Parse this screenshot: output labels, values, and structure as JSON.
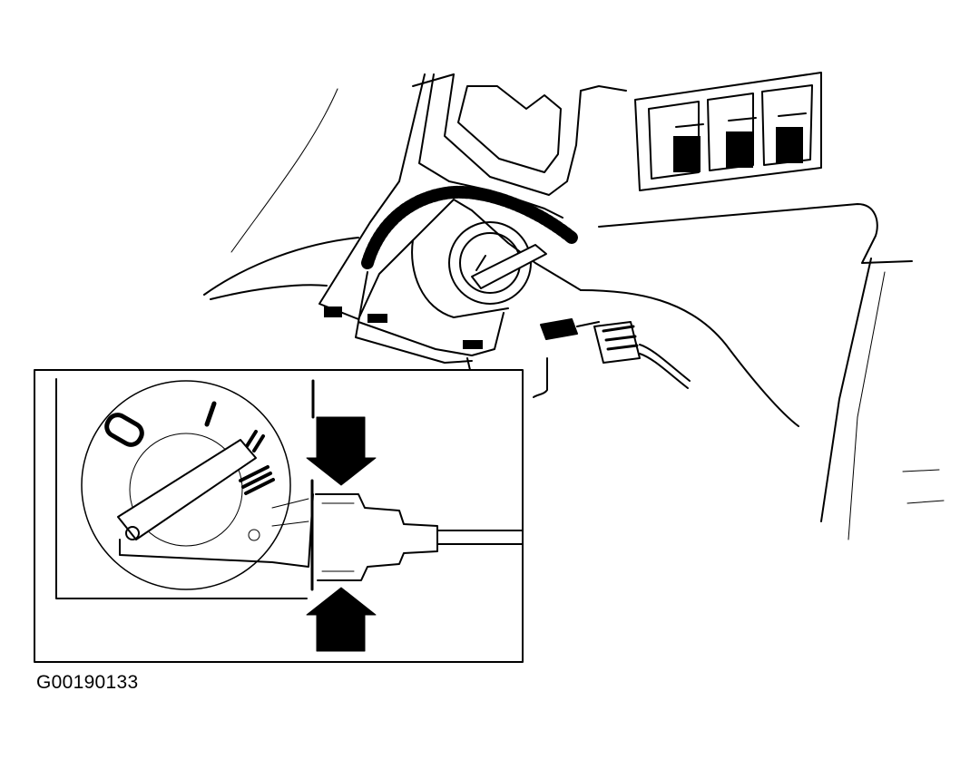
{
  "figure_id": "G00190133",
  "switch_positions": [
    "0",
    "I",
    "II",
    "III"
  ],
  "colors": {
    "line": "#000000",
    "background": "#ffffff"
  },
  "icons": [
    "ignition-switch",
    "key",
    "wiring-harness",
    "connector",
    "press-arrow"
  ]
}
